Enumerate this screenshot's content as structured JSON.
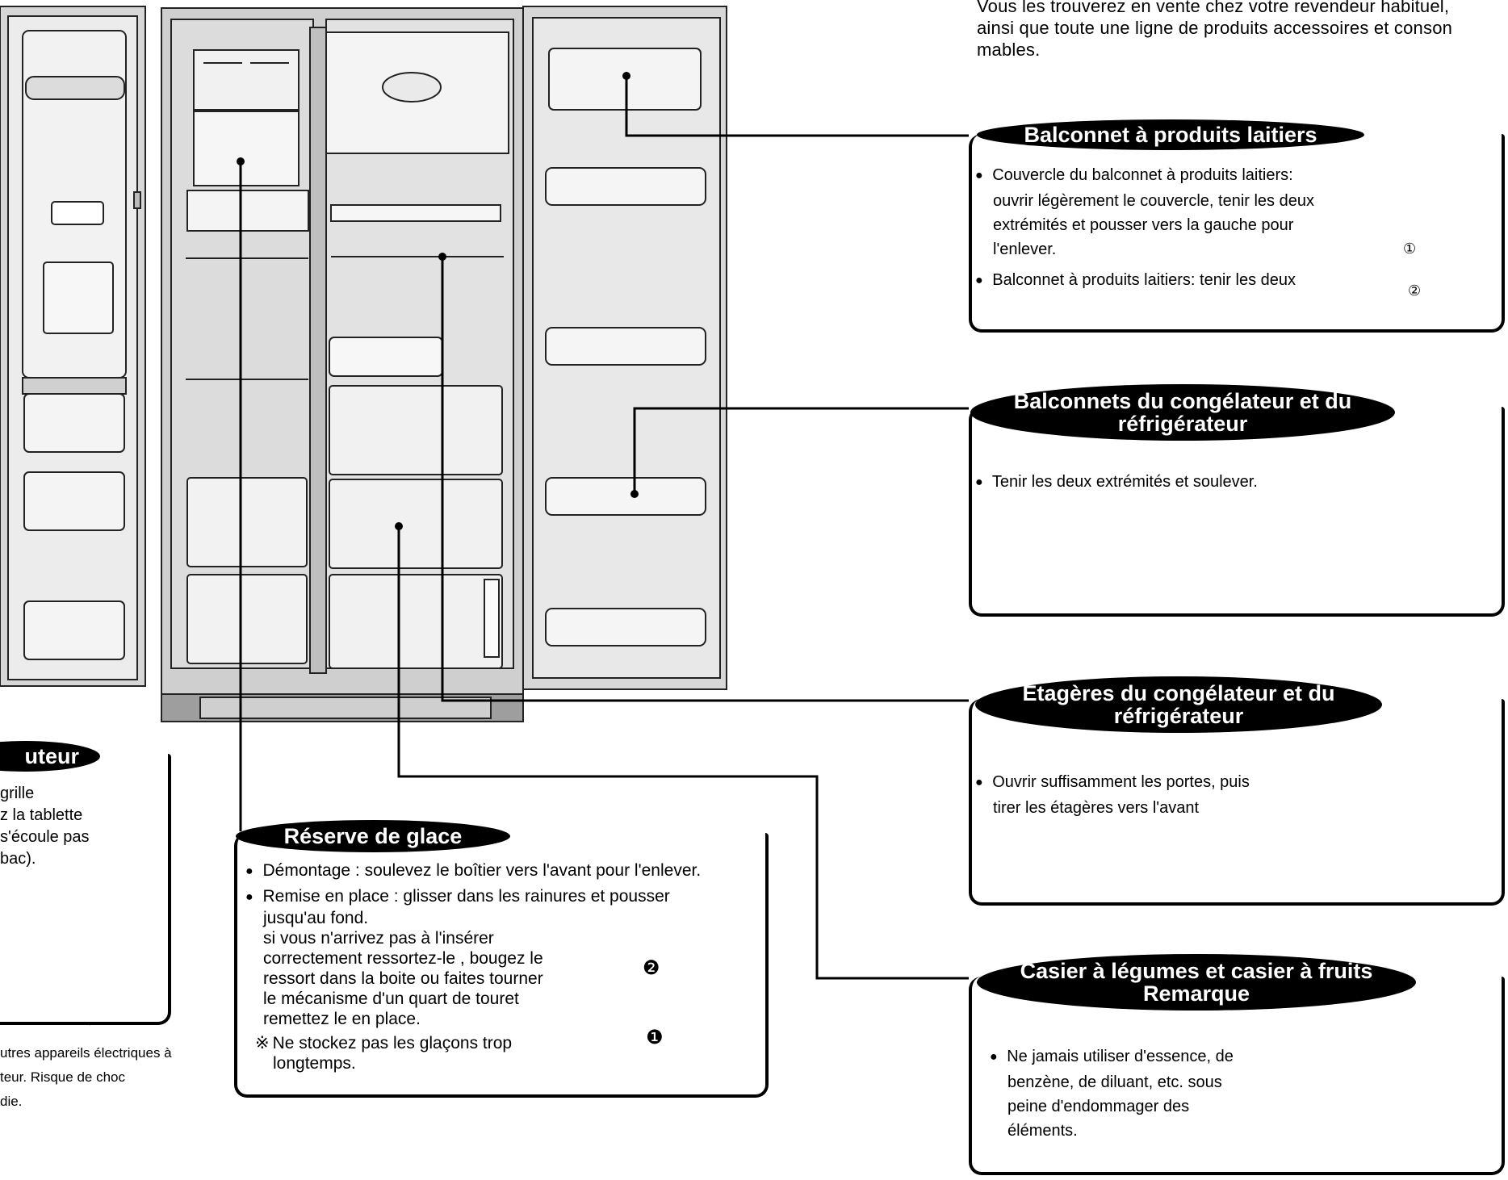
{
  "intro": {
    "line1": "Vous les trouverez en vente chez votre revendeur habituel,",
    "line2": "ainsi que toute une ligne de produits accessoires et conson",
    "line3": "mables."
  },
  "dairy": {
    "title": "Balconnet à produits laitiers",
    "item1": [
      "Couvercle du balconnet à produits laitiers:",
      "ouvrir légèrement le couvercle, tenir les deux",
      "extrémités et pousser vers la gauche pour",
      "l'enlever."
    ],
    "item2": "Balconnet à produits laitiers: tenir les deux",
    "fig_mark1": "①",
    "fig_mark2": "②"
  },
  "door_bins": {
    "title1": "Balconnets du congélateur et du",
    "title2": "réfrigérateur",
    "item1": "Tenir les deux extrémités et soulever."
  },
  "shelves": {
    "title1": "Étagères du congélateur et du",
    "title2": "réfrigérateur",
    "item1": [
      "Ouvrir suffisamment les portes, puis",
      "tirer les étagères vers l'avant"
    ]
  },
  "crispers": {
    "title1": "Casier à légumes et casier à fruits",
    "title2": "Remarque",
    "item1": [
      "Ne jamais utiliser d'essence, de",
      "benzène, de diluant, etc. sous",
      "peine d'endommager des",
      "éléments."
    ]
  },
  "ice": {
    "title": "Réserve de glace",
    "item1": "Démontage : soulevez le boîtier vers l'avant pour l'enlever.",
    "item2": [
      "Remise en place : glisser dans les rainures et pousser",
      "jusqu'au fond."
    ],
    "item2b": [
      "si vous n'arrivez pas à l'insérer",
      "correctement ressortez-le , bougez le",
      "ressort dans la boite ou faites tourner",
      "le mécanisme d'un quart de touret",
      "remettez le en place."
    ],
    "note_mark": "※",
    "note": [
      "Ne stockez pas les glaçons trop",
      "longtemps."
    ],
    "fig_mark1": "❶",
    "fig_mark2": "❷"
  },
  "left_cut": {
    "title": "uteur",
    "lines": [
      "grille",
      "z la tablette",
      "s'écoule pas",
      " bac)."
    ],
    "warn": [
      "utres appareils électriques à",
      "teur. Risque de choc",
      "die."
    ]
  }
}
